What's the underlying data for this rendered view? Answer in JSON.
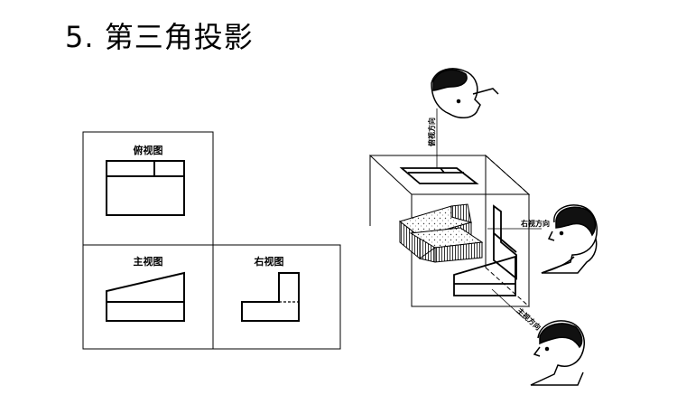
{
  "heading": {
    "number": "5.",
    "text": "第三角投影"
  },
  "views": {
    "top": "俯视图",
    "front": "主视图",
    "right": "右视图"
  },
  "directions": {
    "top": "俯视方向",
    "right": "右视方向",
    "front": "主视方向"
  }
}
